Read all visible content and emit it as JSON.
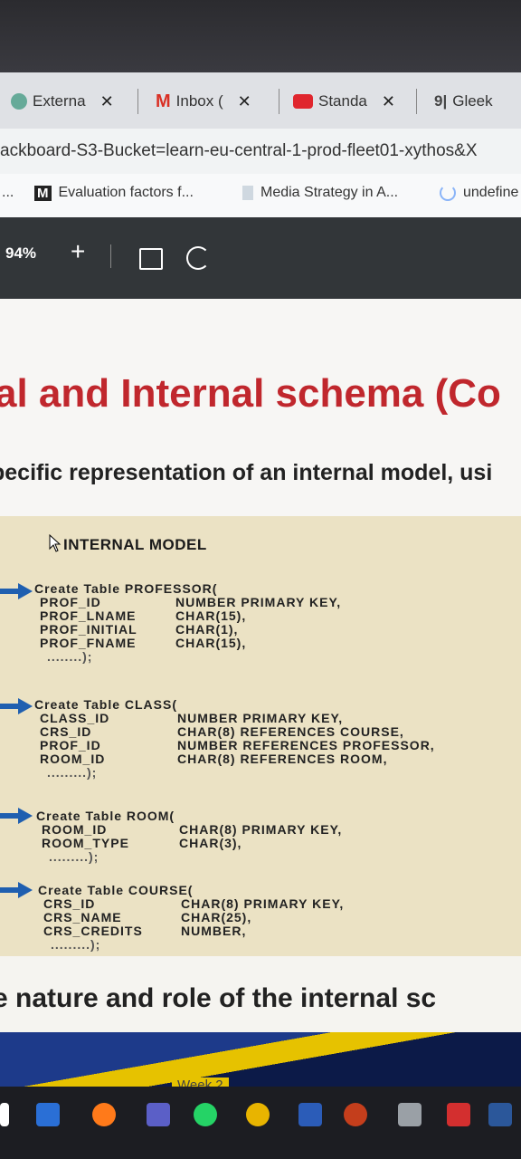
{
  "tabs": [
    {
      "label": "Externa",
      "icon": "globe-icon"
    },
    {
      "label": "Inbox (",
      "icon": "gmail-icon"
    },
    {
      "label": "Standa",
      "icon": "youtube-icon"
    },
    {
      "label": "Gleek",
      "icon": "gleek-icon"
    }
  ],
  "url": "ackboard-S3-Bucket=learn-eu-central-1-prod-fleet01-xythos&X",
  "bookmarks": [
    {
      "label": "...",
      "icon": ""
    },
    {
      "label": "Evaluation factors f...",
      "icon": "m-icon"
    },
    {
      "label": "Media Strategy in A...",
      "icon": "doc-icon"
    },
    {
      "label": "undefine",
      "icon": "loading-icon"
    }
  ],
  "pdf_toolbar": {
    "zoom": "94%",
    "plus": "+"
  },
  "slide": {
    "title": "al and Internal schema (Co",
    "subtitle": "pecific representation of an internal model, usi",
    "panel_heading": "INTERNAL MODEL",
    "statements": [
      {
        "header": "Create Table PROFESSOR(",
        "rows": [
          [
            "PROF_ID",
            "NUMBER PRIMARY KEY,"
          ],
          [
            "PROF_LNAME",
            "CHAR(15),"
          ],
          [
            "PROF_INITIAL",
            "CHAR(1),"
          ],
          [
            "PROF_FNAME",
            "CHAR(15),"
          ]
        ],
        "end": "........);"
      },
      {
        "header": "Create Table CLASS(",
        "rows": [
          [
            "CLASS_ID",
            "NUMBER PRIMARY KEY,"
          ],
          [
            "CRS_ID",
            "CHAR(8) REFERENCES COURSE,"
          ],
          [
            "PROF_ID",
            "NUMBER REFERENCES PROFESSOR,"
          ],
          [
            "ROOM_ID",
            "CHAR(8) REFERENCES ROOM,"
          ]
        ],
        "end": ".........);"
      },
      {
        "header": "Create Table ROOM(",
        "rows": [
          [
            "ROOM_ID",
            "CHAR(8) PRIMARY KEY,"
          ],
          [
            "ROOM_TYPE",
            "CHAR(3),"
          ]
        ],
        "end": ".........);"
      },
      {
        "header": "Create Table COURSE(",
        "rows": [
          [
            "CRS_ID",
            "CHAR(8) PRIMARY KEY,"
          ],
          [
            "CRS_NAME",
            "CHAR(25),"
          ],
          [
            "CRS_CREDITS",
            "NUMBER,"
          ]
        ],
        "end": ".........);"
      }
    ],
    "bottom_text": "e nature and role of the internal sc"
  },
  "footer": {
    "week": "Week 2"
  },
  "colors": {
    "title_red": "#c0272d",
    "panel_bg": "#ebe2c4",
    "arrow_blue": "#1f5fb0"
  }
}
